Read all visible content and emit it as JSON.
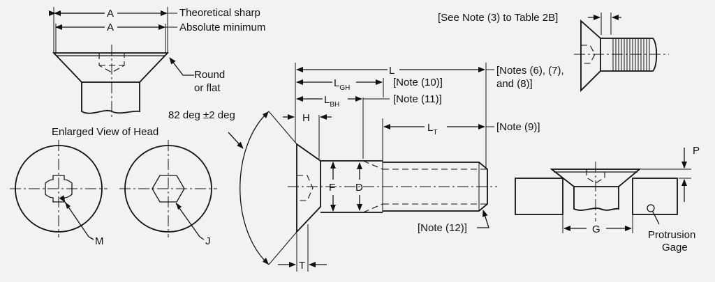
{
  "labels": {
    "theoretical_sharp": "Theoretical sharp",
    "absolute_minimum": "Absolute minimum",
    "round_or_flat_1": "Round",
    "round_or_flat_2": "or flat",
    "enlarged_view": "Enlarged View of Head",
    "angle": "82 deg ±2 deg",
    "see_note_3": "[See Note (3) to Table 2B]",
    "notes_6_7_8_a": "[Notes (6), (7),",
    "notes_6_7_8_b": "and (8)]",
    "note_10": "[Note (10)]",
    "note_11": "[Note (11)]",
    "note_9": "[Note (9)]",
    "note_12": "[Note (12)]",
    "protrusion_gage_1": "Protrusion",
    "protrusion_gage_2": "Gage"
  },
  "dimensions": {
    "A_top": "A",
    "A_bottom": "A",
    "L": "L",
    "L_GH": "L",
    "L_GH_sub": "GH",
    "L_BH": "L",
    "L_BH_sub": "BH",
    "L_T": "L",
    "L_T_sub": "T",
    "H": "H",
    "F": "F",
    "D": "D",
    "T": "T",
    "M": "M",
    "J": "J",
    "G": "G",
    "P": "P"
  }
}
